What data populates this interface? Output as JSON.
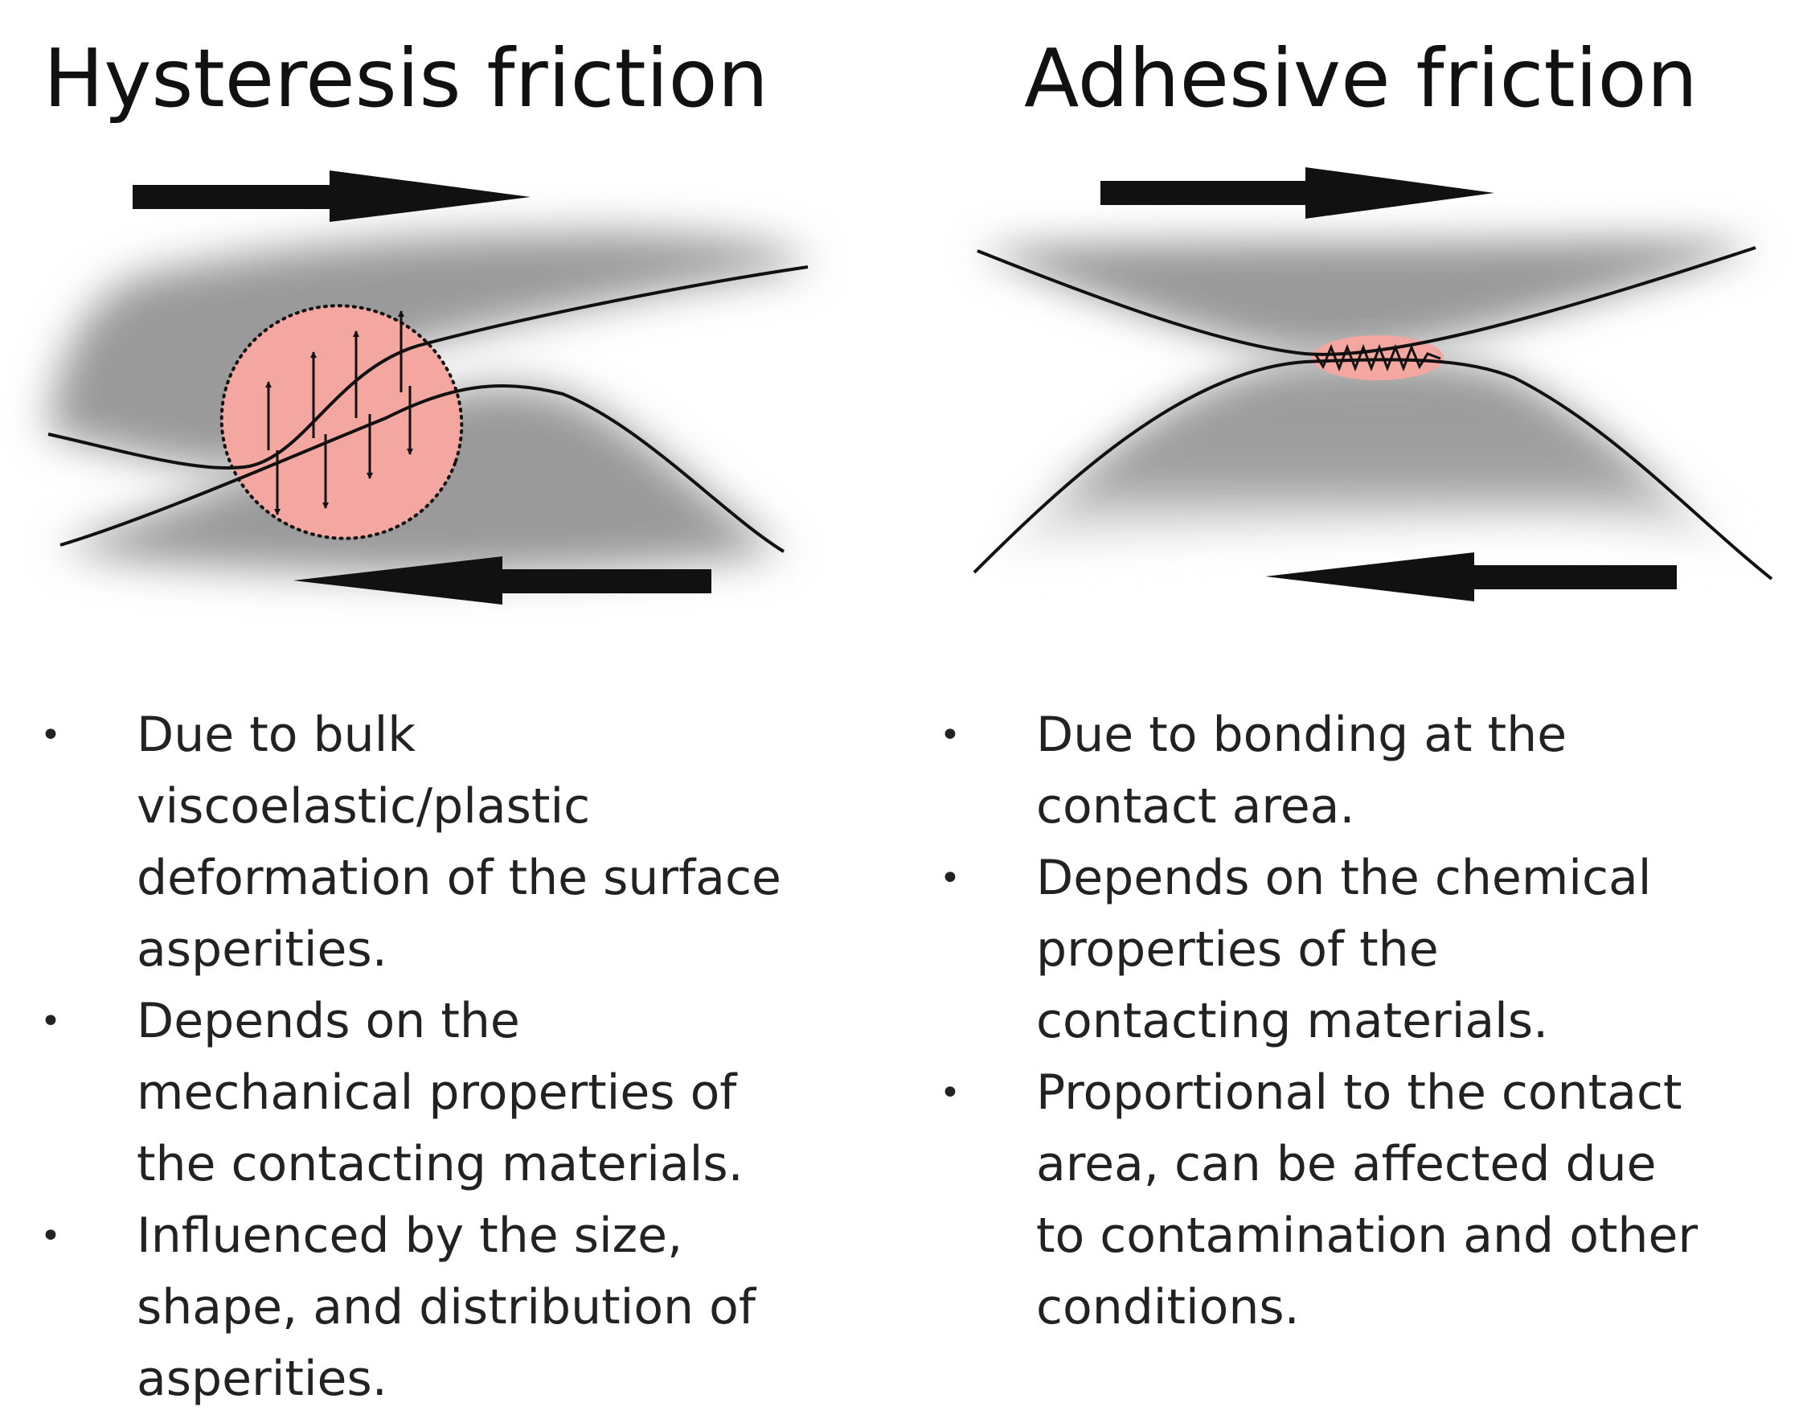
{
  "panels": {
    "left": {
      "title": "Hysteresis friction",
      "bullets": [
        "Due to bulk viscoelastic/plastic deformation of the surface asperities.",
        "Depends on the mechanical properties of the contacting materials.",
        "Influenced by the size, shape, and distribution of asperities."
      ]
    },
    "right": {
      "title": "Adhesive friction",
      "bullets": [
        "Due to bonding at the contact area.",
        "Depends on the chemical properties of the contacting materials.",
        "Proportional to the contact area, can be affected due to contamination and other conditions."
      ]
    }
  },
  "colors": {
    "material": "#9a9a9a",
    "deformation_zone": "#f4a6a0",
    "outline": "#111111"
  },
  "icons": {
    "motion_right": "arrow-right-icon",
    "motion_left": "arrow-left-icon",
    "bullet": "bullet-dot-icon"
  }
}
